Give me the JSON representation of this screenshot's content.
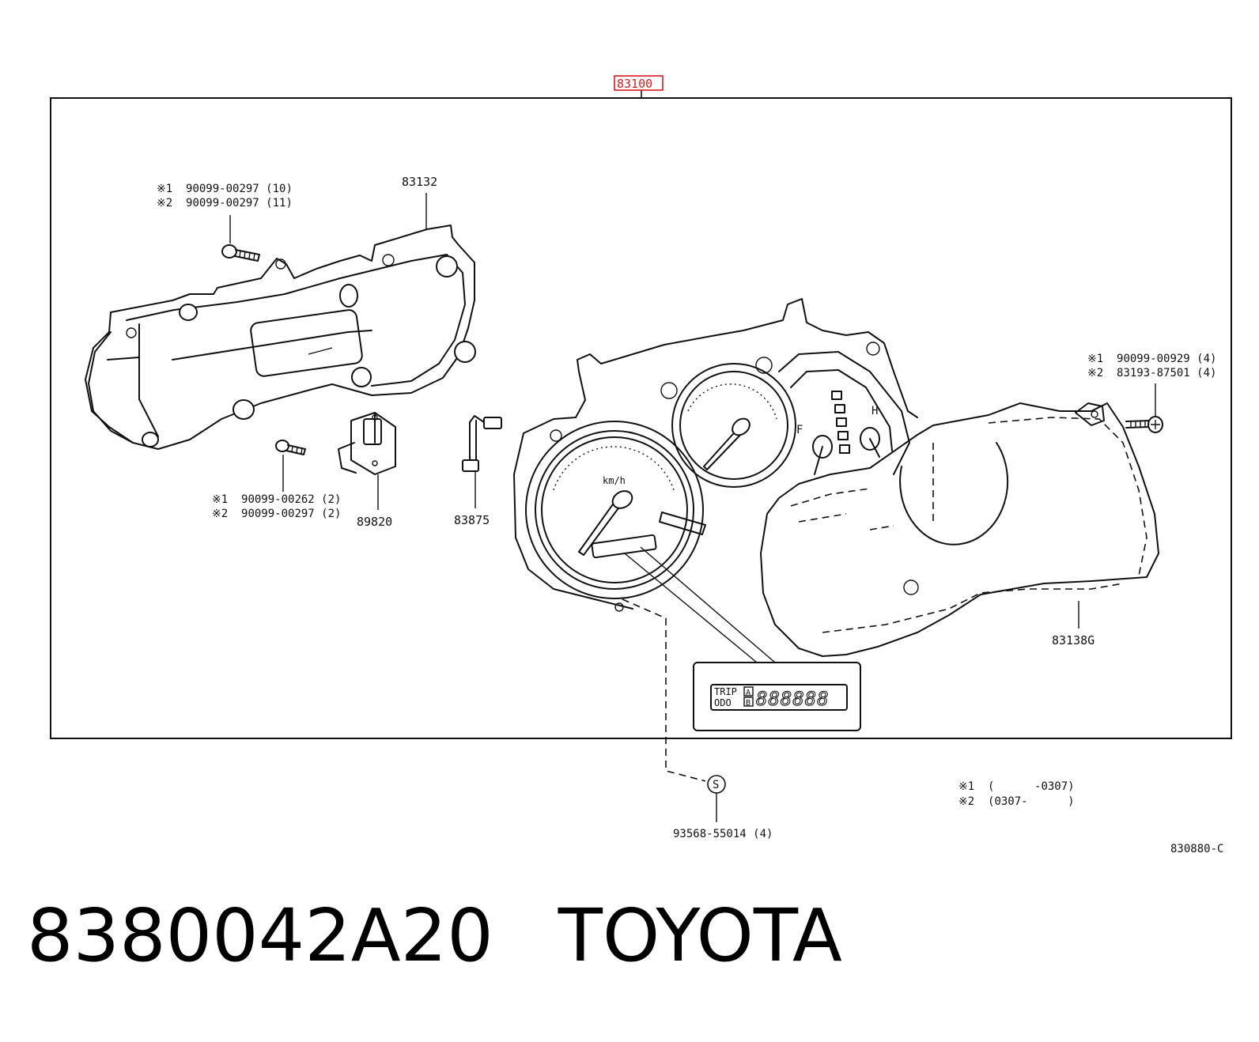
{
  "diagram": {
    "assembly_number": "83100",
    "diagram_code": "830880-C",
    "callouts": {
      "screws_a_line1": "※1  90099-00297 (10)",
      "screws_a_line2": "※2  90099-00297 (11)",
      "rear_case": "83132",
      "screws_b_line1": "※1  90099-00262 (2)",
      "screws_b_line2": "※2  90099-00297 (2)",
      "switch": "89820",
      "harness": "83875",
      "screws_c_line1": "※1  90099-00929 (4)",
      "screws_c_line2": "※2  83193-87501 (4)",
      "glass": "83138G",
      "service_screw": "93568-55014 (4)",
      "service_symbol": "S",
      "note_line1": "※1  (      -0307)",
      "note_line2": "※2  (0307-      )"
    },
    "odometer": {
      "trip": "TRIP",
      "odo": "ODO",
      "mode_a": "A",
      "mode_b": "B",
      "digits": "888888"
    },
    "gauge_unit": "km/h",
    "fuel_full": "F",
    "temp_hot": "H"
  },
  "footer": {
    "part_number": "8380042A20",
    "brand": "TOYOTA"
  }
}
